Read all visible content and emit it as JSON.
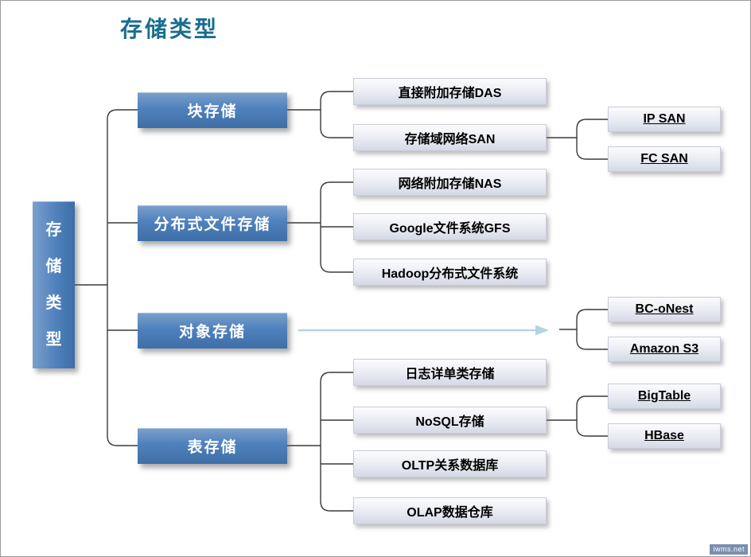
{
  "page": {
    "title": "存储类型",
    "watermark": "iwms.net"
  },
  "colors": {
    "title_text": "#1a6e8f",
    "category_fill": "#4f81bd",
    "category_text": "#ffffff",
    "leaf_fill": "#e9ebf2",
    "leaf_text": "#000000",
    "connector": "#3a3a3a",
    "arrow": "#b3d4e2",
    "background": "#ffffff"
  },
  "tree": {
    "root": "存储类型",
    "children": [
      {
        "label": "块存储",
        "children": [
          {
            "label": "直接附加存储DAS"
          },
          {
            "label": "存储域网络SAN",
            "children": [
              {
                "label": "IP SAN"
              },
              {
                "label": "FC SAN"
              }
            ]
          }
        ]
      },
      {
        "label": "分布式文件存储",
        "children": [
          {
            "label": "网络附加存储NAS"
          },
          {
            "label": "Google文件系统GFS"
          },
          {
            "label": "Hadoop分布式文件系统"
          }
        ]
      },
      {
        "label": "对象存储",
        "children": [
          {
            "label": "BC-oNest"
          },
          {
            "label": "Amazon S3"
          }
        ]
      },
      {
        "label": "表存储",
        "children": [
          {
            "label": "日志详单类存储"
          },
          {
            "label": "NoSQL存储",
            "children": [
              {
                "label": "BigTable"
              },
              {
                "label": "HBase"
              }
            ]
          },
          {
            "label": "OLTP关系数据库"
          },
          {
            "label": "OLAP数据仓库"
          }
        ]
      }
    ]
  }
}
